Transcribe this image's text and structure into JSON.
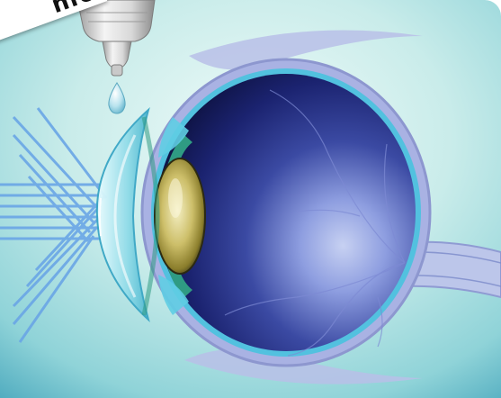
{
  "image": {
    "subject": "eye-drop-and-eye-cross-section",
    "corner_label": "nfo",
    "colors": {
      "background_light": "#dff3f1",
      "background_mid": "#9ad9dc",
      "background_dark": "#3f9fb5",
      "eyeball_dark": "#141a55",
      "eyeball_mid": "#2d3b8f",
      "eyeball_light": "#bac6ee",
      "sclera_outline": "#9aa3d6",
      "choroid": "#51c0de",
      "lens_gold": "#d9cf84",
      "cornea": "#85ddea",
      "light_rays": "#6aa6e6",
      "iris": "#2f9b83",
      "drop": "#bfe8f2",
      "bottle": "#dedede"
    },
    "light_rays": {
      "horizontal_count": 6,
      "diagonal_up_count": 5,
      "diagonal_down_count": 5
    }
  }
}
